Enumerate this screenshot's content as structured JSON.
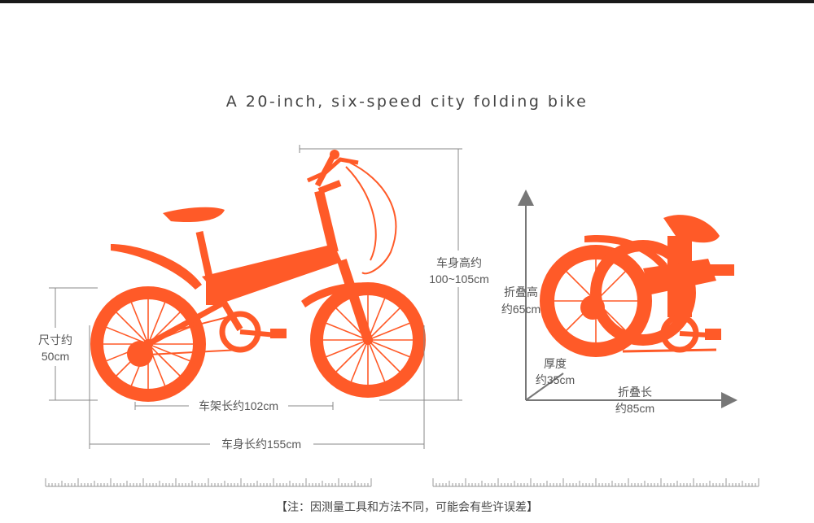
{
  "title": "A 20-inch, six-speed city folding bike",
  "colors": {
    "bike": "#ff5a28",
    "line": "#888888",
    "arrow": "#777777"
  },
  "dimensions": {
    "height_label": "车身高约",
    "height_value": "100~105cm",
    "size_label": "尺寸约",
    "size_value": "50cm",
    "frame_length": "车架长约102cm",
    "body_length": "车身长约155cm"
  },
  "folded": {
    "height_label": "折叠高",
    "height_value": "约65cm",
    "thickness_label": "厚度",
    "thickness_value": "约35cm",
    "length_label": "折叠长",
    "length_value": "约85cm"
  },
  "footer_note": "【注：因测量工具和方法不同，可能会有些许误差】"
}
